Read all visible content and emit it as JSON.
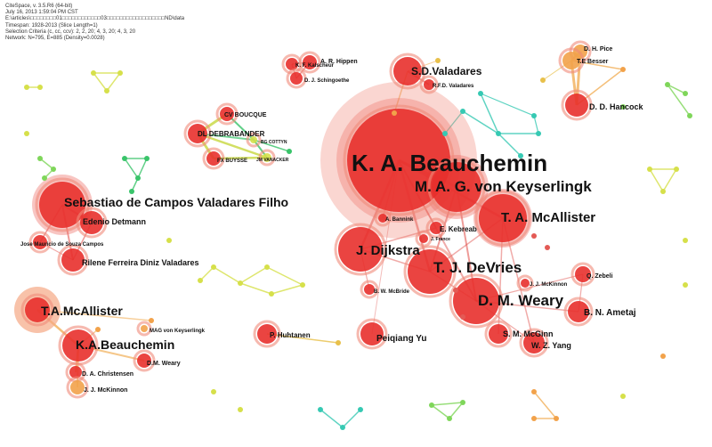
{
  "header": {
    "line1": "CiteSpace, v. 3.5.R6 (64-bit)",
    "line2": "July 16, 2013 1:59:04 PM CST",
    "line3": "E:\\articles\\□□□□□□□□01□□□□□□□□□□□□03□□□□□□□□□□□□□□□□□□ND\\data",
    "line4": "Timespan: 1928-2013 (Slice Length=1)",
    "line5": "Selection Criteria (c, cc, ccv): 2, 2, 20; 4, 3, 20; 4, 3, 20",
    "line6": "Network: N=795, E=885 (Density=0.0028)"
  },
  "colors": {
    "core": "#e8302c",
    "halo": "#f08a7a",
    "edge_red": "#e35a55",
    "edge_yellow": "#d6e04a",
    "edge_green": "#39c46a",
    "edge_teal": "#36c9b3",
    "edge_orange": "#f2b05a"
  },
  "nodes": [
    {
      "id": "beauchemin-ka",
      "label": "K. A. Beauchemin",
      "size": "xl"
    },
    {
      "id": "keyserlingk",
      "label": "M. A. G. von Keyserlingk",
      "size": "l"
    },
    {
      "id": "mcallister-ta",
      "label": "T. A. McAllister",
      "size": "l"
    },
    {
      "id": "dijkstra",
      "label": "J. Dijkstra",
      "size": "m"
    },
    {
      "id": "devries",
      "label": "T. J. DeVries",
      "size": "m"
    },
    {
      "id": "weary-dm",
      "label": "D. M. Weary",
      "size": "m"
    },
    {
      "id": "valadares-filho",
      "label": "Sebastiao de Campos Valadares Filho",
      "size": "m"
    },
    {
      "id": "detmann",
      "label": "Edenio Detmann",
      "size": "s"
    },
    {
      "id": "souza-campos",
      "label": "Jose Mauricio de Souza Campos",
      "size": "xs"
    },
    {
      "id": "diniz-valadares",
      "label": "Rilene Ferreira Diniz Valadares",
      "size": "s"
    },
    {
      "id": "mcallister-ta2",
      "label": "T.A.McAllister",
      "size": "m"
    },
    {
      "id": "beauchemin-ka2",
      "label": "K.A.Beauchemin",
      "size": "m"
    },
    {
      "id": "sd-valadares",
      "label": "S.D.Valadares",
      "size": "s"
    },
    {
      "id": "rfd-valadares",
      "label": "R.F.D. Valadares",
      "size": "xs"
    },
    {
      "id": "hancock",
      "label": "D. D. Hancock",
      "size": "s"
    },
    {
      "id": "pice",
      "label": "D. H. Pice",
      "size": "xs"
    },
    {
      "id": "besser",
      "label": "T.E Besser",
      "size": "xs"
    },
    {
      "id": "hippen",
      "label": "A. R. Hippen",
      "size": "xs"
    },
    {
      "id": "kalscheur",
      "label": "K. F. Kalscheur",
      "size": "xs"
    },
    {
      "id": "schingoethe",
      "label": "D. J. Schingoethe",
      "size": "xs"
    },
    {
      "id": "bouque",
      "label": "CV BOUCQUE",
      "size": "xs"
    },
    {
      "id": "debrabander",
      "label": "DL DEBRABANDER",
      "size": "s"
    },
    {
      "id": "buysse",
      "label": "FX BUYSSE",
      "size": "xs"
    },
    {
      "id": "vanacker",
      "label": "JM VANACKER",
      "size": "xs"
    },
    {
      "id": "cottyn",
      "label": "BG COTTYN",
      "size": "xs"
    },
    {
      "id": "kebreab",
      "label": "E. Kebreab",
      "size": "xs"
    },
    {
      "id": "bannink",
      "label": "A. Bannink",
      "size": "xs"
    },
    {
      "id": "france",
      "label": "J. France",
      "size": "xs"
    },
    {
      "id": "mcbride",
      "label": "B. W. McBride",
      "size": "xs"
    },
    {
      "id": "zebeli",
      "label": "Q. Zebeli",
      "size": "xs"
    },
    {
      "id": "mckinnon",
      "label": "J. J. McKinnon",
      "size": "xs"
    },
    {
      "id": "ametaj",
      "label": "B. N. Ametaj",
      "size": "s"
    },
    {
      "id": "mcginn",
      "label": "S. M. McGinn",
      "size": "s"
    },
    {
      "id": "yang",
      "label": "W. Z. Yang",
      "size": "s"
    },
    {
      "id": "yu",
      "label": "Peiqiang Yu",
      "size": "s"
    },
    {
      "id": "huhtanen",
      "label": "P. Huhtanen",
      "size": "s"
    },
    {
      "id": "mag-keyserlingk",
      "label": "MAG von Keyserlingk",
      "size": "xs"
    },
    {
      "id": "christensen",
      "label": "D. A. Christensen",
      "size": "xs"
    },
    {
      "id": "weary-m",
      "label": "D.M. Weary",
      "size": "xs"
    },
    {
      "id": "mckinnon2",
      "label": "J. J. McKinnon",
      "size": "xs"
    }
  ]
}
